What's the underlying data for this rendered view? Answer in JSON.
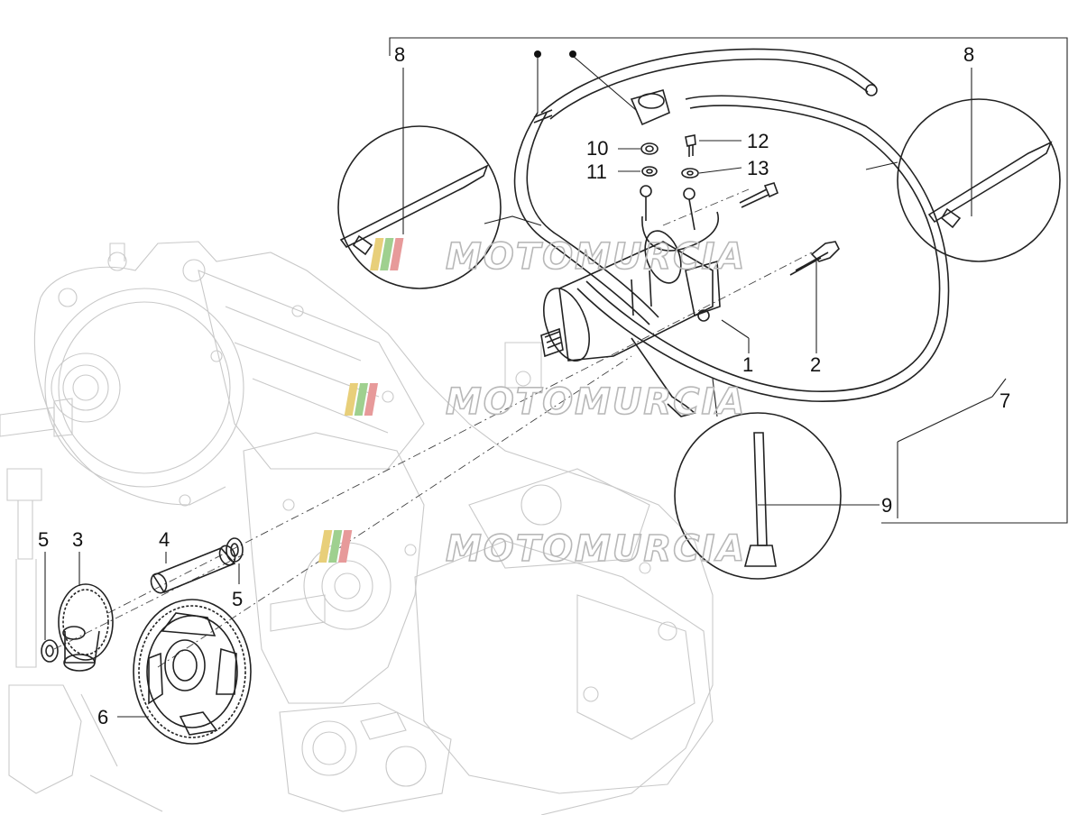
{
  "callouts": {
    "n1": "1",
    "n2": "2",
    "n3": "3",
    "n4": "4",
    "n5a": "5",
    "n5b": "5",
    "n6": "6",
    "n7": "7",
    "n8a": "8",
    "n8b": "8",
    "n9": "9",
    "n10": "10",
    "n11": "11",
    "n12": "12",
    "n13": "13"
  },
  "watermark": {
    "text": "MOTOMURCIA",
    "stripe_colors": [
      "#e8cf7a",
      "#9fd08f",
      "#e79a9a"
    ]
  },
  "colors": {
    "line": "#222222",
    "engine_line": "#c9c9c9",
    "background": "#ffffff"
  }
}
